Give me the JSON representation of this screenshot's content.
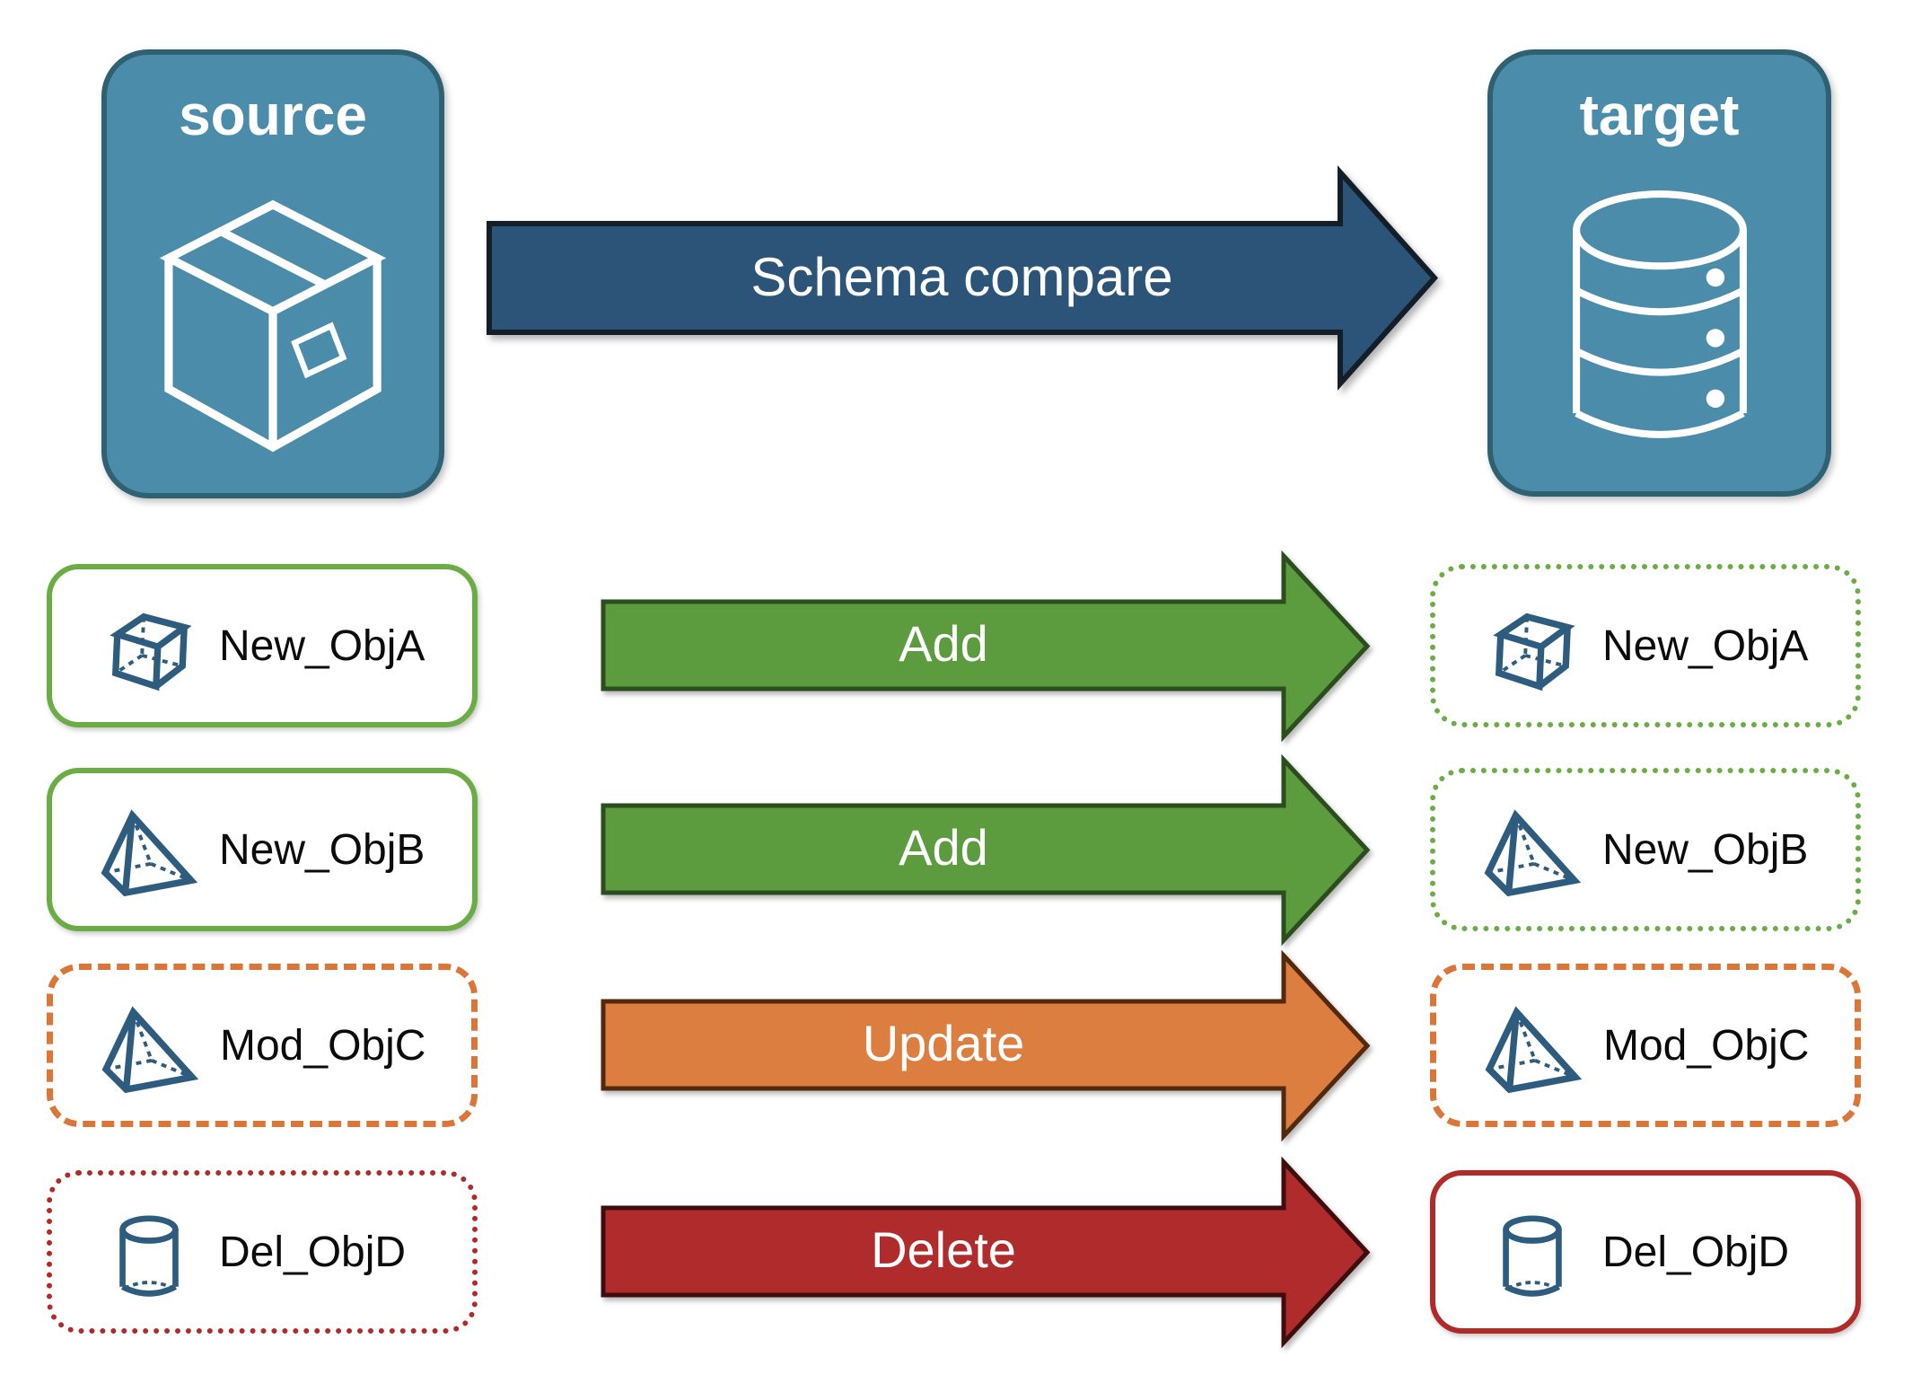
{
  "diagram": {
    "source": {
      "label": "source",
      "icon": "package-box"
    },
    "target": {
      "label": "target",
      "icon": "database"
    },
    "compare_arrow": {
      "label": "Schema compare"
    }
  },
  "colors": {
    "node_fill": "#4A8CA9",
    "node_border": "#2F6173",
    "compare_arrow_fill": "#2B5478",
    "compare_arrow_stroke": "#131E29",
    "icon_blue": "#2E5C7E",
    "icon_white": "#FFFFFF",
    "green_border": "#6BAC44",
    "orange_border": "#DC7638",
    "red_border": "#B02A2A",
    "label_text": "#0B0B0B"
  },
  "rows": [
    {
      "object": "New_ObjA",
      "icon": "cube",
      "action": "Add",
      "arrow_fill": "#5C9C3F",
      "arrow_stroke": "#2C4E1E",
      "source_border_style": "solid",
      "source_border_color": "#6BAC44",
      "target_border_style": "dotted",
      "target_border_color": "#6BAC44"
    },
    {
      "object": "New_ObjB",
      "icon": "pyramid",
      "action": "Add",
      "arrow_fill": "#5C9C3F",
      "arrow_stroke": "#2C4E1E",
      "source_border_style": "solid",
      "source_border_color": "#6BAC44",
      "target_border_style": "dotted",
      "target_border_color": "#6BAC44"
    },
    {
      "object": "Mod_ObjC",
      "icon": "pyramid",
      "action": "Update",
      "arrow_fill": "#DC7E40",
      "arrow_stroke": "#53290D",
      "source_border_style": "dashed",
      "source_border_color": "#DC7638",
      "target_border_style": "dashed",
      "target_border_color": "#DC7638"
    },
    {
      "object": "Del_ObjD",
      "icon": "cylinder",
      "action": "Delete",
      "arrow_fill": "#B02C2C",
      "arrow_stroke": "#3F0D0D",
      "source_border_style": "dotted",
      "source_border_color": "#B02A2A",
      "target_border_style": "solid",
      "target_border_color": "#B02A2A"
    }
  ]
}
